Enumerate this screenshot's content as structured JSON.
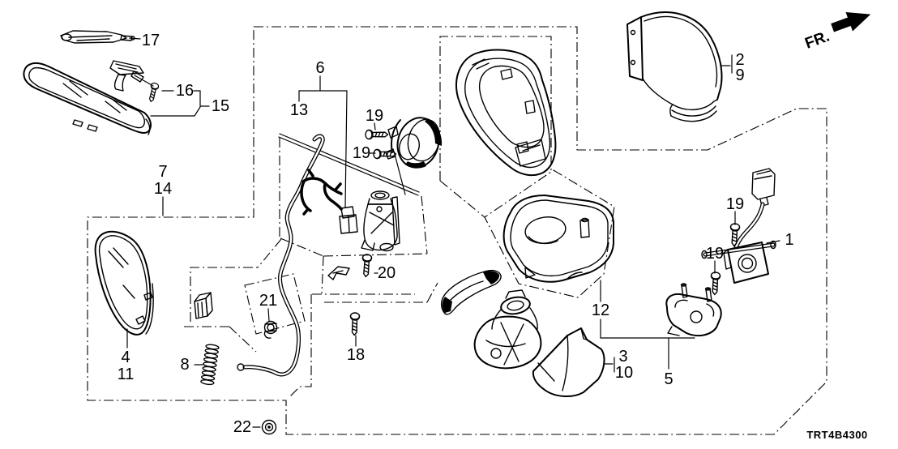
{
  "diagram": {
    "code": "TRT4B4300",
    "direction_label": "FR.",
    "line_color": "#000000",
    "background_color": "#ffffff"
  },
  "callouts": {
    "c1": "1",
    "c2": "2",
    "c3": "3",
    "c4": "4",
    "c5": "5",
    "c6": "6",
    "c7": "7",
    "c8": "8",
    "c9": "9",
    "c10": "10",
    "c11": "11",
    "c12": "12",
    "c13": "13",
    "c14": "14",
    "c15": "15",
    "c16": "16",
    "c17": "17",
    "c18": "18",
    "c19a": "19",
    "c19b": "19",
    "c19c": "19",
    "c19d": "19",
    "c20": "20",
    "c21": "21",
    "c22": "22"
  }
}
